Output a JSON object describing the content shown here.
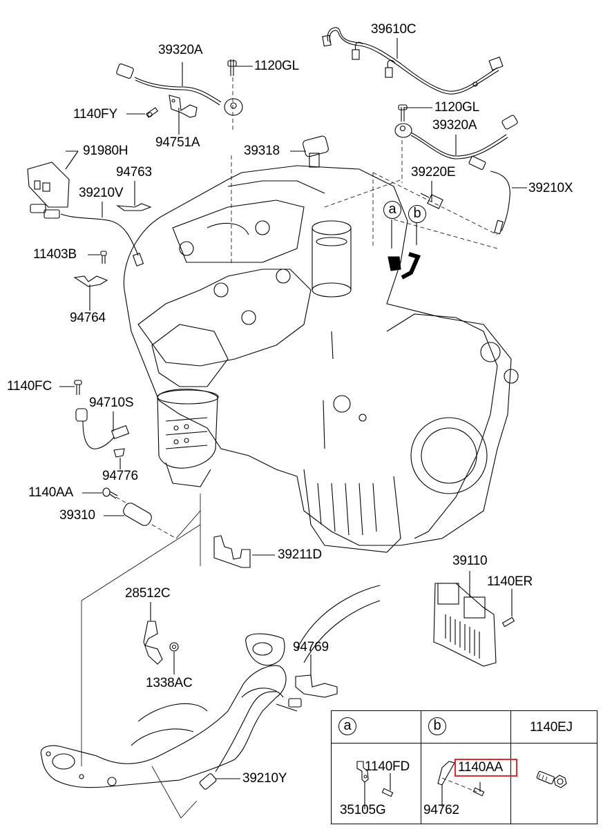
{
  "diagram": {
    "title": "Engine electrical / sensors exploded parts diagram",
    "part_labels": {
      "p39610C": "39610C",
      "p39320A_top": "39320A",
      "p1120GL_top": "1120GL",
      "p1140FY": "1140FY",
      "p94751A": "94751A",
      "p1120GL_right": "1120GL",
      "p39320A_right": "39320A",
      "p91980H": "91980H",
      "p39318": "39318",
      "p94763": "94763",
      "p39220E": "39220E",
      "p39210V": "39210V",
      "p39210X": "39210X",
      "p11403B": "11403B",
      "p94764": "94764",
      "p1140FC": "1140FC",
      "p94710S": "94710S",
      "p94776": "94776",
      "p1140AA_left": "1140AA",
      "p39310": "39310",
      "p39211D": "39211D",
      "p39110": "39110",
      "p1140ER": "1140ER",
      "p28512C": "28512C",
      "p94769": "94769",
      "p1338AC": "1338AC",
      "p39210Y": "39210Y"
    },
    "callouts": {
      "a": "a",
      "b": "b"
    }
  },
  "legend_table": {
    "headers": [
      "a",
      "b",
      "1140EJ"
    ],
    "cell_a": {
      "parts": [
        "1140FD",
        "35105G"
      ]
    },
    "cell_b": {
      "parts": [
        "1140AA",
        "94762"
      ],
      "highlighted_part": "1140AA",
      "highlight_color": "#e8262b"
    },
    "cell_c": {
      "parts": []
    }
  }
}
